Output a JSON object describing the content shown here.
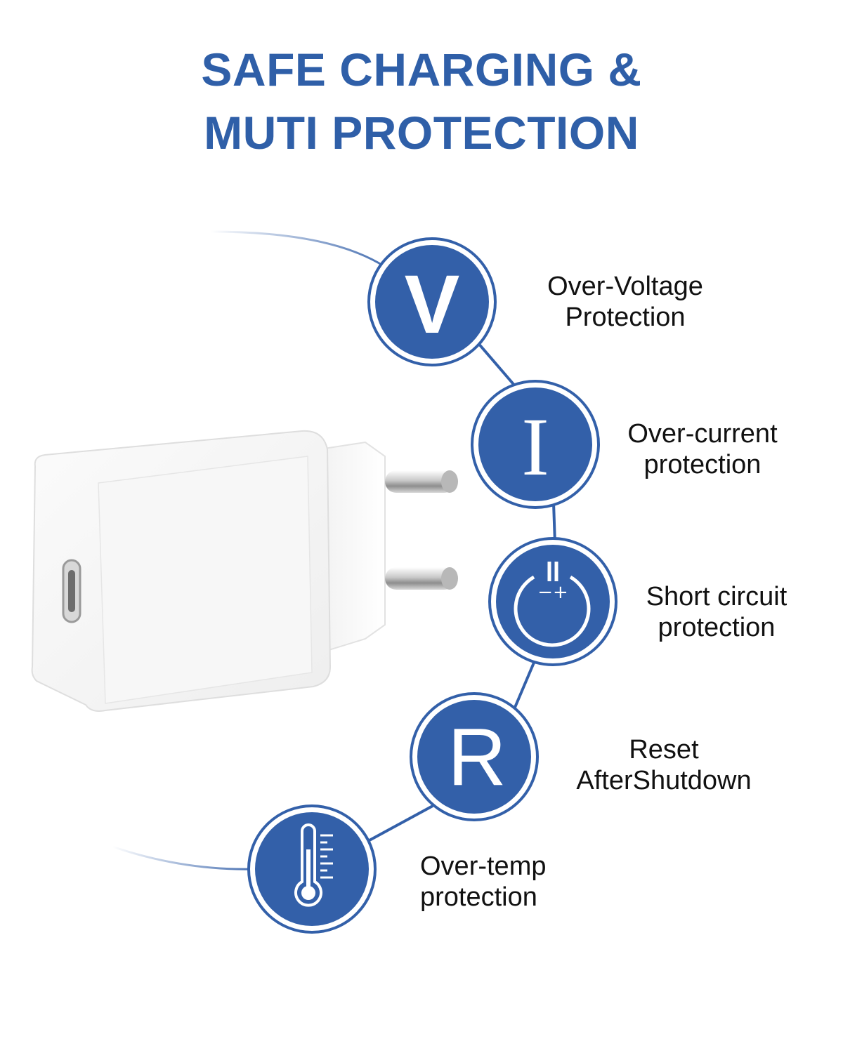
{
  "headline": {
    "line1": "SAFE CHARGING &",
    "line2": "MUTI PROTECTION"
  },
  "colors": {
    "accent": "#2f5fa8",
    "badge_fill": "#3360a9",
    "text": "#111111"
  },
  "features": [
    {
      "icon": "letter-v-icon",
      "glyph": "V",
      "line1": "Over-Voltage",
      "line2": "Protection"
    },
    {
      "icon": "letter-i-icon",
      "glyph": "I",
      "line1": "Over-current",
      "line2": "protection"
    },
    {
      "icon": "power-circuit-icon",
      "glyph": "−+",
      "line1": "Short circuit",
      "line2": "protection"
    },
    {
      "icon": "letter-r-icon",
      "glyph": "R",
      "line1": "Reset",
      "line2": "AfterShutdown"
    },
    {
      "icon": "thermometer-icon",
      "glyph": "",
      "line1": "Over-temp",
      "line2": "protection"
    }
  ],
  "product": {
    "name": "usb-c-wall-charger-eu-plug"
  }
}
